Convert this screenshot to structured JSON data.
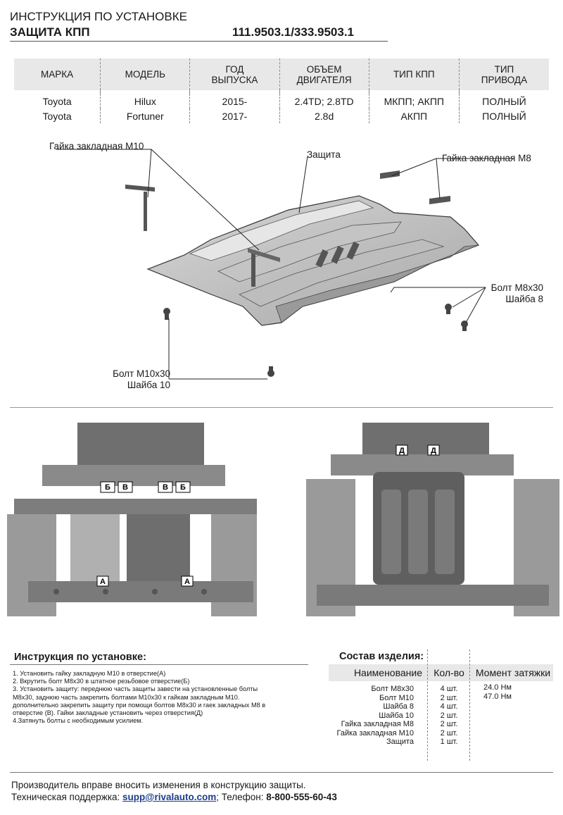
{
  "header": {
    "title_line1": "ИНСТРУКЦИЯ ПО УСТАНОВКЕ",
    "title_line2": "ЗАЩИТА КПП",
    "part_number": "111.9503.1/333.9503.1"
  },
  "spec_table": {
    "columns": [
      "МАРКА",
      "МОДЕЛЬ",
      "ГОД ВЫПУСКА",
      "ОБЪЕМ ДВИГАТЕЛЯ",
      "ТИП КПП",
      "ТИП ПРИВОДА"
    ],
    "columns_split": [
      [
        "МАРКА"
      ],
      [
        "МОДЕЛЬ"
      ],
      [
        "ГОД",
        "ВЫПУСКА"
      ],
      [
        "ОБЪЕМ",
        "ДВИГАТЕЛЯ"
      ],
      [
        "ТИП КПП"
      ],
      [
        "ТИП",
        "ПРИВОДА"
      ]
    ],
    "rows": [
      [
        "Toyota",
        "Hilux",
        "2015-",
        "2.4TD; 2.8TD",
        "МКПП; АКПП",
        "ПОЛНЫЙ"
      ],
      [
        "Toyota",
        "Fortuner",
        "2017-",
        "2.8d",
        "АКПП",
        "ПОЛНЫЙ"
      ]
    ]
  },
  "diagram_labels": {
    "nut_m10": "Гайка закладная М10",
    "shield": "Защита",
    "nut_m8": "Гайка закладная М8",
    "bolt_m8": "Болт М8х30",
    "washer_8": "Шайба 8",
    "bolt_m10": "Болт М10х30",
    "washer_10": "Шайба 10"
  },
  "photo_markers": {
    "left": [
      "Б",
      "В",
      "В",
      "Б",
      "А",
      "А"
    ],
    "right": [
      "Д",
      "Д"
    ]
  },
  "instructions": {
    "title": "Инструкция по установке:",
    "lines": [
      " 1. Установить гайку закладную М10 в отверстие(А)",
      " 2. Вкрутить болт М8х30 в штатное резьбовое отверстие(Б)",
      " 3. Установить защиту: переднюю часть защиты завести на установленные болты",
      " М8х30, заднюю часть закрепить болтами М10х30 к гайкам закладным М10.",
      " дополнительно закрепить защиту при помощи болтов М8х30 и гаек закладных М8 в",
      " отверстие (В). Гайки закладные установить через отверстия(Д)",
      "  4.Затянуть болты с необходимым усилием."
    ]
  },
  "composition": {
    "title": "Состав изделия:",
    "headers": [
      "Наименование",
      "Кол-во",
      "Момент затяжки"
    ],
    "items": [
      {
        "name": "Болт М8х30",
        "qty": "4 шт.",
        "torque": "24.0 Нм"
      },
      {
        "name": "Болт М10",
        "qty": "2 шт.",
        "torque": "47.0 Нм"
      },
      {
        "name": "Шайба 8",
        "qty": "4 шт.",
        "torque": ""
      },
      {
        "name": "Шайба 10",
        "qty": "2 шт.",
        "torque": ""
      },
      {
        "name": "Гайка закладная М8",
        "qty": "2 шт.",
        "torque": ""
      },
      {
        "name": "Гайка закладная М10",
        "qty": "2 шт.",
        "torque": ""
      },
      {
        "name": "Защита",
        "qty": "1 шт.",
        "torque": ""
      }
    ]
  },
  "footer": {
    "disclaimer": "Производитель вправе вносить изменения в конструкцию защиты.",
    "support_label": "Техническая поддержка: ",
    "email": "supp@rivalauto.com",
    "phone_label": "; Телефон: ",
    "phone": "8-800-555-60-43"
  }
}
